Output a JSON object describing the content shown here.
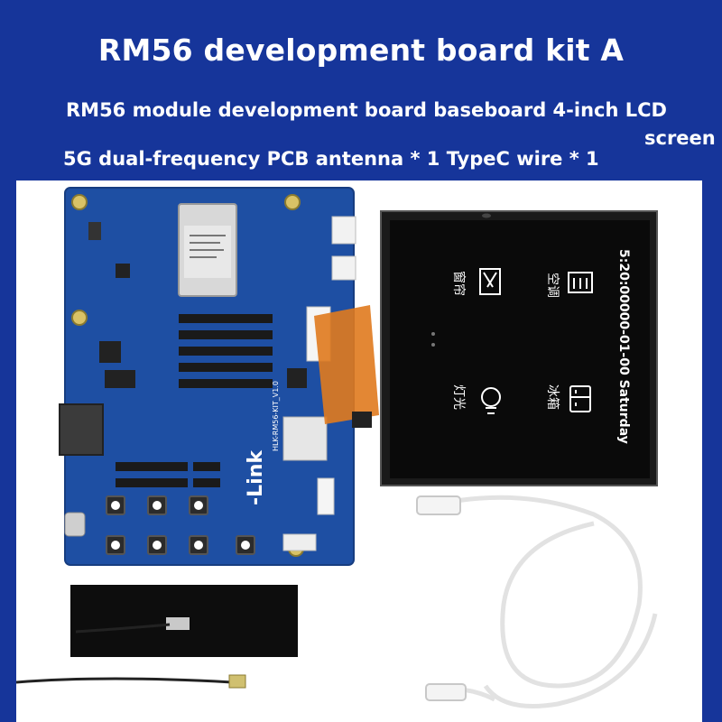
{
  "title": "RM56 development board kit A",
  "subtitle_line1": "RM56 module development board baseboard 4-inch LCD",
  "subtitle_line1_wrap": "screen",
  "subtitle_line2": "5G dual-frequency PCB antenna * 1 TypeC wire * 1",
  "board": {
    "silk_brand": "-Link",
    "silk_model": "HLK-RM56-KIT_V1.0"
  },
  "lcd": {
    "clock_text": "5:20:00000-01-00 Saturday",
    "tiles": [
      {
        "icon": "curtain-icon",
        "label": "窗帘"
      },
      {
        "icon": "air-conditioner-icon",
        "label": "空调"
      },
      {
        "icon": "light-bulb-icon",
        "label": "灯光"
      },
      {
        "icon": "fridge-icon",
        "label": "冰箱"
      }
    ]
  },
  "colors": {
    "background": "#16359a",
    "pcb": "#1e4fa3",
    "lcd_screen": "#0a0a0a",
    "flex_cable": "#e07a1e"
  }
}
